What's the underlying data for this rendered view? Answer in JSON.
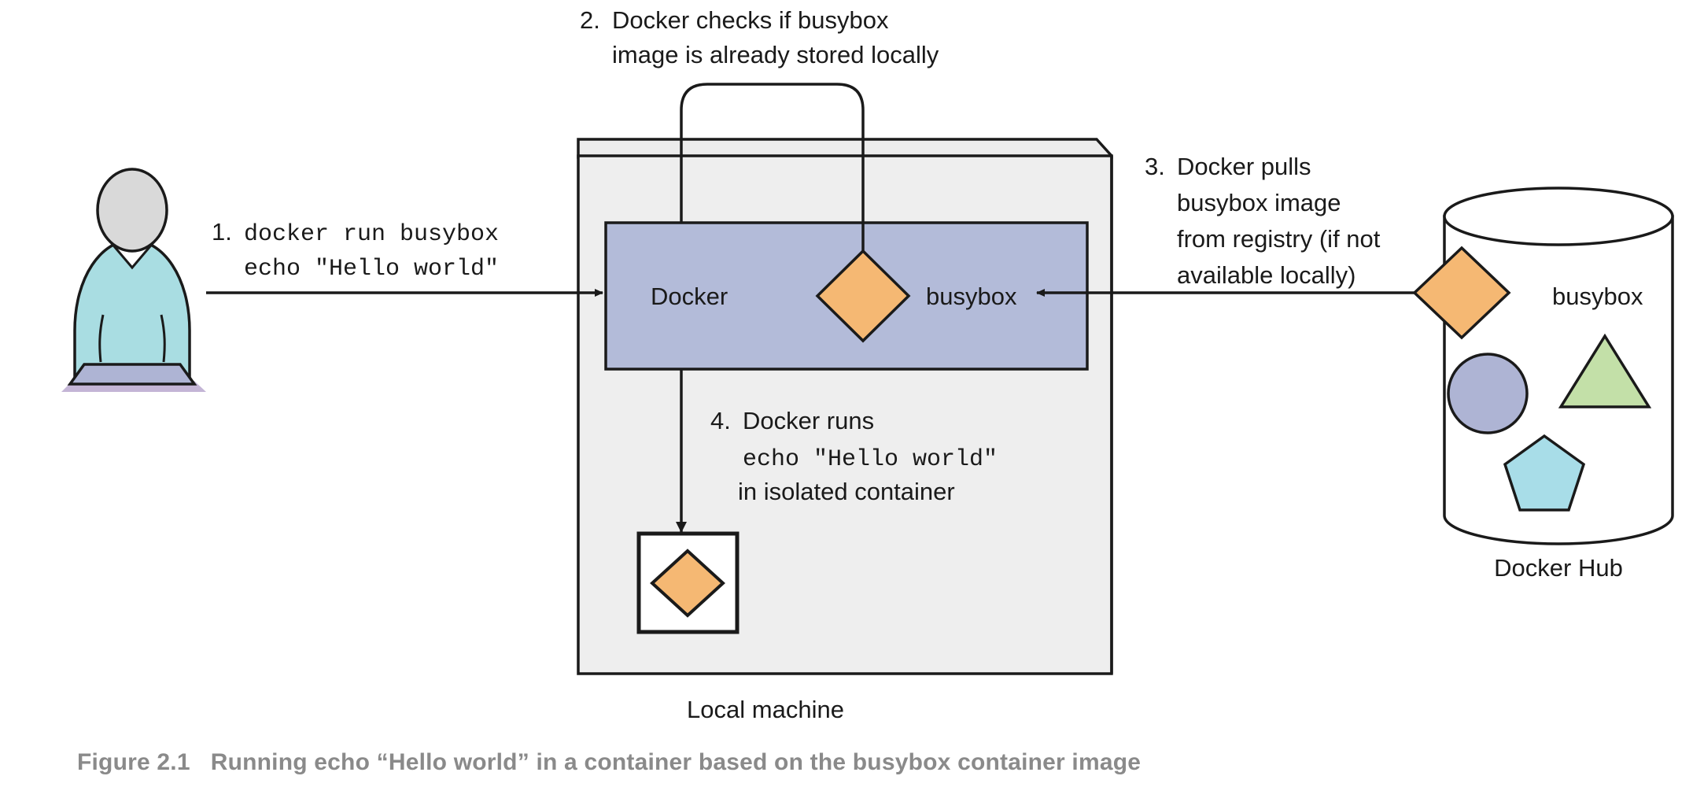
{
  "figure": {
    "caption_label": "Figure 2.1",
    "caption_text": "Running echo “Hello world” in a container based on the busybox container image"
  },
  "steps": {
    "step1": {
      "number": "1.",
      "line1": "docker run busybox",
      "line2": "echo \"Hello world\""
    },
    "step2": {
      "number": "2.",
      "line1": "Docker checks if busybox",
      "line2": "image is already stored locally"
    },
    "step3": {
      "number": "3.",
      "line1": "Docker pulls",
      "line2": "busybox image",
      "line3": "from registry (if not",
      "line4": "available locally)"
    },
    "step4": {
      "number": "4.",
      "line1": "Docker runs",
      "line2": "echo \"Hello world\"",
      "line3": "in isolated container"
    }
  },
  "nodes": {
    "local_machine_label": "Local machine",
    "docker_label": "Docker",
    "busybox_image_label": "busybox",
    "registry_label": "Docker Hub",
    "registry_busybox_label": "busybox"
  },
  "colors": {
    "orange_image": "#f5b873",
    "docker_box_fill": "#b3bbd9",
    "machine_fill": "#eeeeee",
    "machine_top_fill": "#ececec",
    "person_head": "#d9d9d9",
    "person_body": "#a9dde2",
    "laptop": "#aeb4d4",
    "laptop_base": "#c4b5d6",
    "circle_shape": "#aeb4d4",
    "triangle_shape": "#c3e0a8",
    "pentagon_shape": "#a8dde8",
    "stroke": "#1a1a1a",
    "caption_color": "#8a8a8a",
    "container_fill": "#ffffff",
    "cylinder_fill": "#ffffff"
  }
}
